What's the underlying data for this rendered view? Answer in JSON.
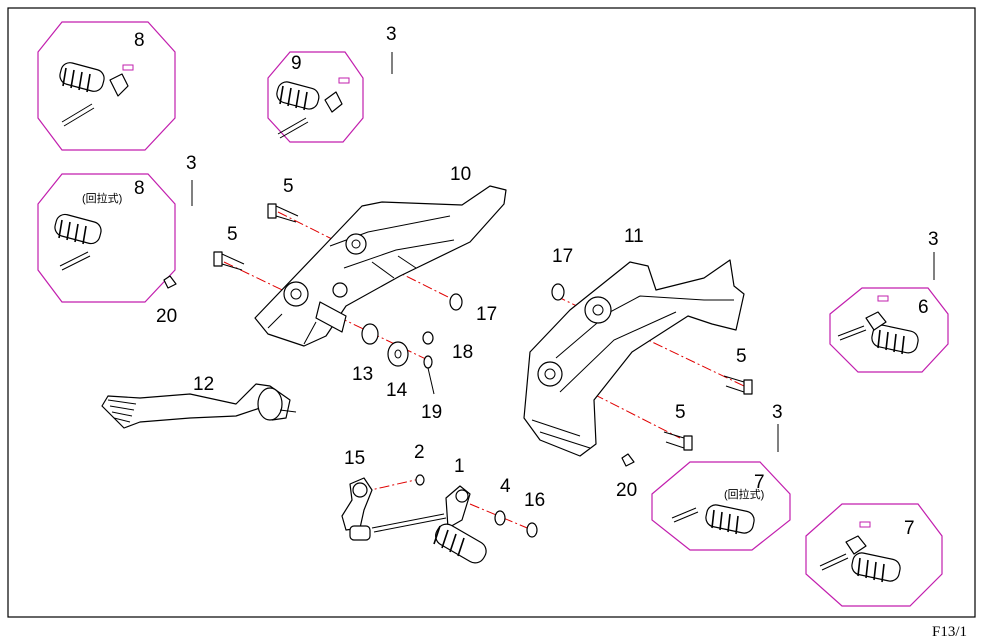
{
  "diagram": {
    "page_code": "F13/1",
    "callouts": {
      "c1": "1",
      "c2": "2",
      "c3a": "3",
      "c3b": "3",
      "c3c": "3",
      "c3d": "3",
      "c4": "4",
      "c5a": "5",
      "c5b": "5",
      "c5c": "5",
      "c5d": "5",
      "c6": "6",
      "c7a": "7",
      "c7b": "7",
      "c8a": "8",
      "c8b": "8",
      "c9": "9",
      "c10": "10",
      "c11": "11",
      "c12": "12",
      "c13": "13",
      "c14": "14",
      "c15": "15",
      "c16": "16",
      "c17a": "17",
      "c17b": "17",
      "c18": "18",
      "c19": "19",
      "c20a": "20",
      "c20b": "20"
    },
    "notes": {
      "n8": "(回拉式)",
      "n7": "(回拉式)"
    },
    "colors": {
      "group_outline": "#c21fae",
      "center_line": "#e00000",
      "line_art": "#000000"
    }
  }
}
